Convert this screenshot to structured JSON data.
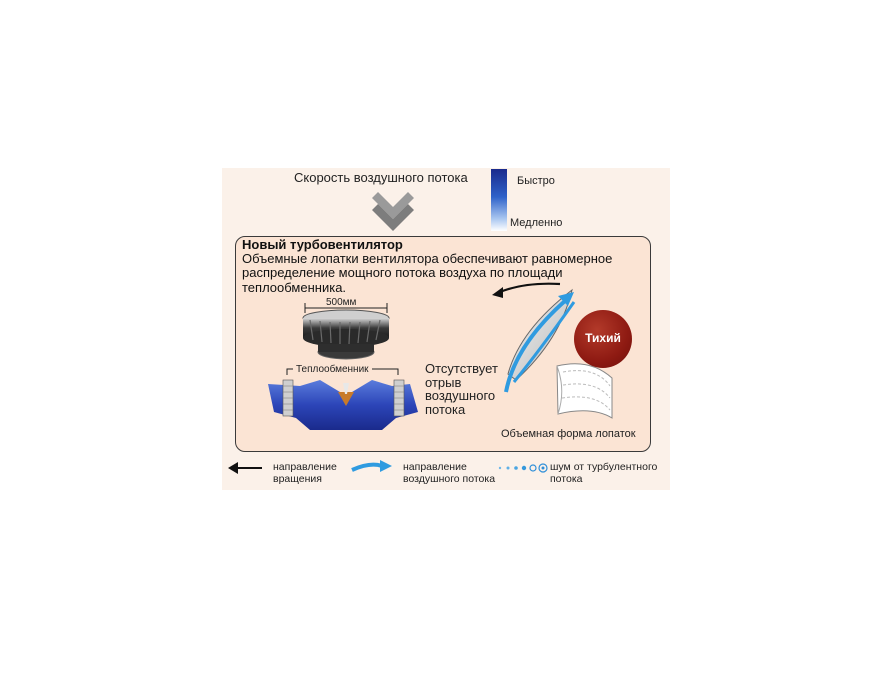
{
  "header": {
    "airflow_speed_label": "Скорость воздушного потока",
    "scale_fast": "Быстро",
    "scale_slow": "Медленно"
  },
  "info_box": {
    "title": "Новый турбовентилятор",
    "description": "Объемные лопатки вентилятора обеспечивают равномерное распределение мощного потока воздуха по площади теплообменника."
  },
  "diagram_labels": {
    "fan_diameter": "500мм",
    "heat_exchanger": "Теплообменник",
    "no_detachment": "Отсутствует отрыв воздушного потока",
    "quiet_badge": "Тихий",
    "blade_shape": "Объемная форма лопаток"
  },
  "legend": {
    "rotation_direction": "направление вращения",
    "airflow_direction": "направление воздушного потока",
    "turbulence_noise": "шум от турбулентного потока"
  },
  "colors": {
    "fast_blue": "#1a2a8c",
    "flow_arrow": "#2f9be0",
    "quiet_badge": "#8e1a12",
    "box_fill": "#fbe4d4",
    "box_border": "#3a3a3a"
  },
  "icons": [
    "down-arrow-icon",
    "rotation-arrow-icon",
    "airflow-arrow-icon",
    "turbulence-noise-icon"
  ]
}
